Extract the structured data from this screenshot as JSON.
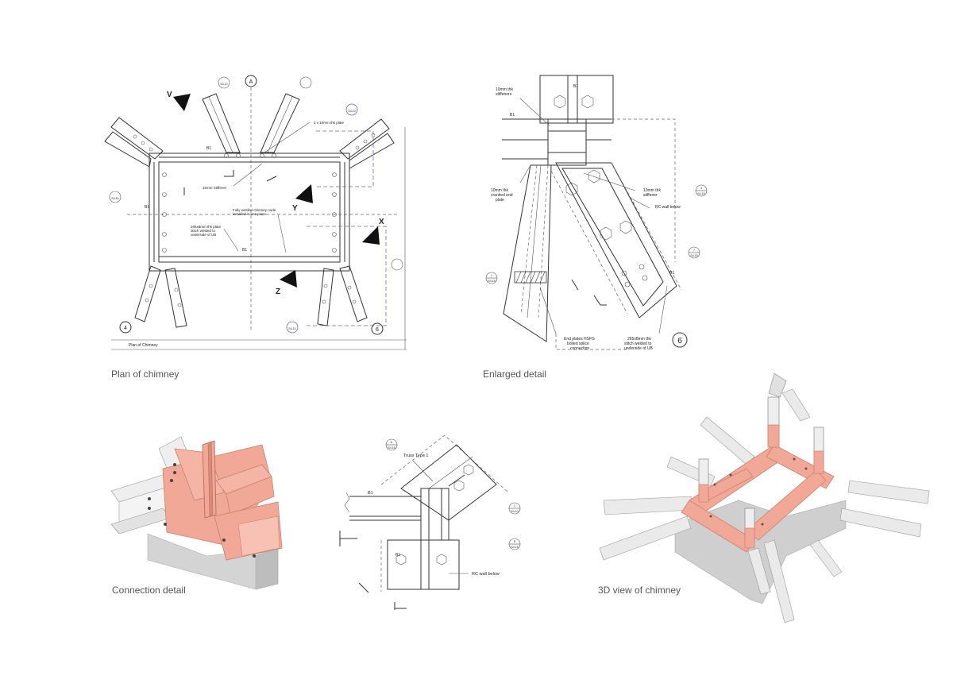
{
  "captions": {
    "plan": "Plan of chimney",
    "enlarged": "Enlarged detail",
    "connection": "Connection detail",
    "view3d": "3D view of chimney"
  },
  "plan": {
    "title": "Plan of Chimney",
    "grid_a": "A",
    "grid_4": "4",
    "grid_6": "6",
    "view_v": "V",
    "view_x": "X",
    "view_y": "Y",
    "view_z": "Z",
    "beam_b1_top": "B1",
    "beam_b1_bottom": "B1",
    "beam_b1_left": "B1",
    "note_plate": "2 x 10mm thk plate",
    "note_stiffener": "10mm Stiffener",
    "note_welded_1": "Fully welded chimney node",
    "note_welded_2": "installed in one piece",
    "note_265_1": "265x8mm thk plate",
    "note_265_2": "stitch welded to",
    "note_265_3": "underside of UB",
    "ref_1": "S4.10",
    "ref_2": "S4.15",
    "ref_3": "S4.10",
    "ref_4": "S4.10"
  },
  "enlarged": {
    "note_stiff_1": "10mm thk",
    "note_stiff_2": "stiffeners",
    "note_end_1": "10mm thk",
    "note_end_2": "cranked end",
    "note_end_3": "plate",
    "note_stiffener_1": "10mm thk",
    "note_stiffener_2": "stiffener",
    "note_rc": "RC wall below",
    "note_hsfg_1": "End plates HSFG",
    "note_hsfg_2": "bolted splice",
    "note_hsfg_3": "connection",
    "note_265_1": "265x8mm thk",
    "note_265_2": "stitch welded to",
    "note_265_3": "underside of UB",
    "beam_b1_left": "B1",
    "beam_b1_top": "B1",
    "beam_b1_right": "B1",
    "grid_6": "6",
    "ref_a_num": "3",
    "ref_a": "S4.15",
    "ref_b_num": "7",
    "ref_b": "S4.15",
    "ref_c_num": "1",
    "ref_c": "S4.15"
  },
  "section": {
    "note_truss": "Truss Type 1",
    "note_rc": "RC wall below",
    "beam_b1_top": "B1",
    "beam_b1_left": "B1",
    "ref_a_num": "6",
    "ref_a": "S4.16",
    "ref_b_num": "1",
    "ref_b": "S4.10",
    "ref_c_num": "8",
    "ref_c": "S4.15"
  },
  "colors": {
    "salmon": "#f2a896",
    "salmon_dark": "#d98a78",
    "steel": "#e4e4e4",
    "steel_dark": "#b9b9b9",
    "concrete": "#cfcfcf"
  }
}
